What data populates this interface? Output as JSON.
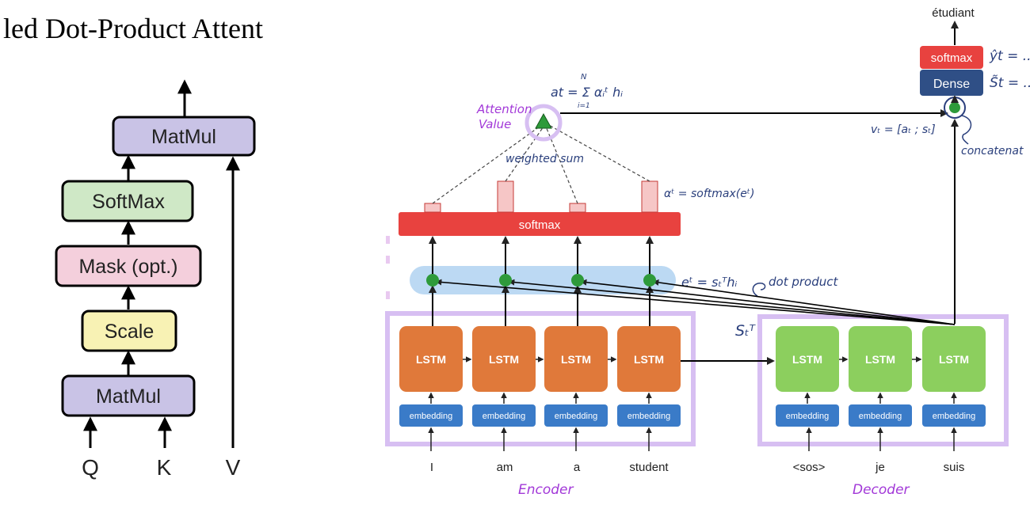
{
  "left": {
    "title": "led Dot-Product Attent",
    "blocks": {
      "matmul_top": "MatMul",
      "softmax": "SoftMax",
      "mask": "Mask (opt.)",
      "scale": "Scale",
      "matmul_bottom": "MatMul"
    },
    "inputs": {
      "q": "Q",
      "k": "K",
      "v": "V"
    },
    "colors": {
      "matmul": "#c9c3e6",
      "softmax": "#cfe8c6",
      "mask": "#f4cfdc",
      "scale": "#f8f2b4"
    }
  },
  "right": {
    "output_word": "étudiant",
    "softmax_out": "softmax",
    "dense": "Dense",
    "y_hat": "ŷt = ..",
    "s_tilde": "S̃t = ..",
    "attention_label_1": "Attention",
    "attention_label_2": "Value",
    "at_formula": "at = Σ αᵢᵗ hᵢ",
    "sum_top": "N",
    "sum_bottom": "i=1",
    "weighted_sum": "weighted sum",
    "alpha_formula": "αᵗ = softmax(eᵗ)",
    "softmax_bar": "softmax",
    "e_formula": "eᵗ = sₜᵀhᵢ",
    "dot_product": "dot product",
    "s_t": "Sₜᵀ",
    "v_formula": "vₜ = [aₜ ; sₜ]",
    "concatenate": "concatenat",
    "encoder_words": [
      "I",
      "am",
      "a",
      "student"
    ],
    "decoder_words": [
      "<sos>",
      "je",
      "suis"
    ],
    "lstm": "LSTM",
    "embedding": "embedding",
    "encoder_label": "Encoder",
    "decoder_label": "Decoder",
    "colors": {
      "encoder_lstm": "#e0793a",
      "decoder_lstm": "#8ccf5e",
      "embedding": "#3a7bc8",
      "softmax_red": "#e8423f",
      "dense_blue": "#2f4f86",
      "purple_frame": "#d7bff2",
      "handwriting_blue": "#2a3f7c",
      "handwriting_purple": "#a238d8",
      "node_green": "#2e9a3a"
    }
  }
}
